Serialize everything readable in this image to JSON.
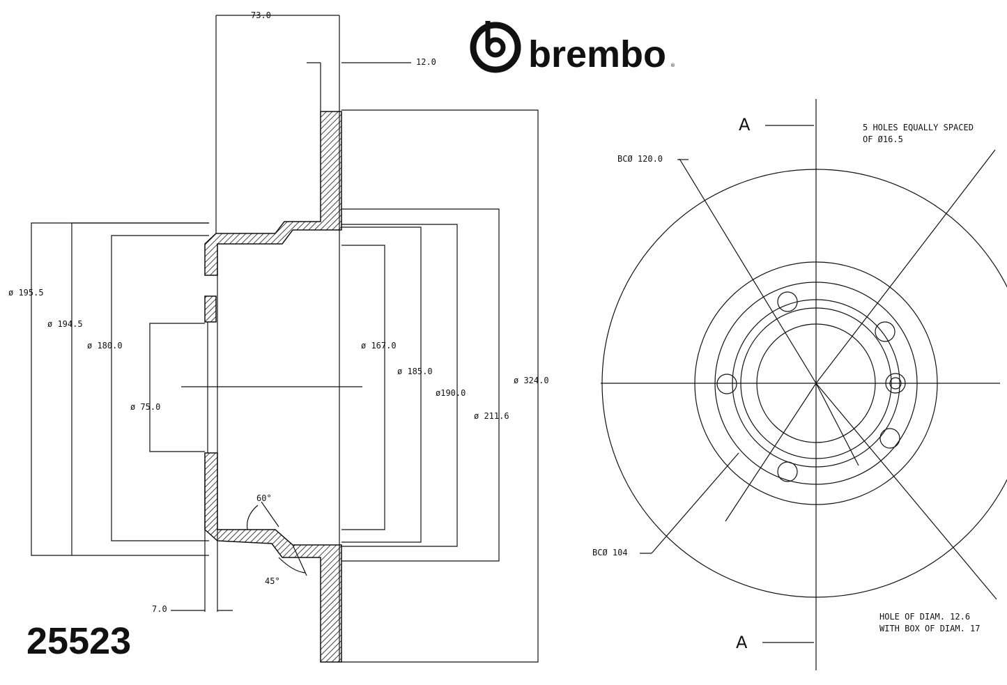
{
  "brand": {
    "name": "brembo",
    "registered": "®",
    "logo_icon": "brembo-b-disc-logo"
  },
  "part_number": "25523",
  "section_labels": {
    "top": "A",
    "bottom": "A"
  },
  "dimensions": {
    "width_73": "73.0",
    "thickness_12": "12.0",
    "d195_5": "ø 195.5",
    "d194_5": "ø 194.5",
    "d180": "ø 180.0",
    "d75": "ø 75.0",
    "d167": "ø 167.0",
    "d185": "ø 185.0",
    "d190": "ø190.0",
    "d211_6": "ø 211.6",
    "d324": "ø 324.0",
    "offset_7": "7.0",
    "angle_60": "60°",
    "angle_45": "45°"
  },
  "front_view": {
    "bolt_circle": "BCØ 120.0",
    "pilot_circle": "BCØ 104",
    "holes_note_line1": "5 HOLES EQUALLY SPACED",
    "holes_note_line2": "OF Ø16.5",
    "hole_note_line1": "HOLE OF DIAM. 12.6",
    "hole_note_line2": "WITH BOX OF DIAM. 17"
  },
  "colors": {
    "ink": "#111111",
    "paper": "#ffffff"
  }
}
